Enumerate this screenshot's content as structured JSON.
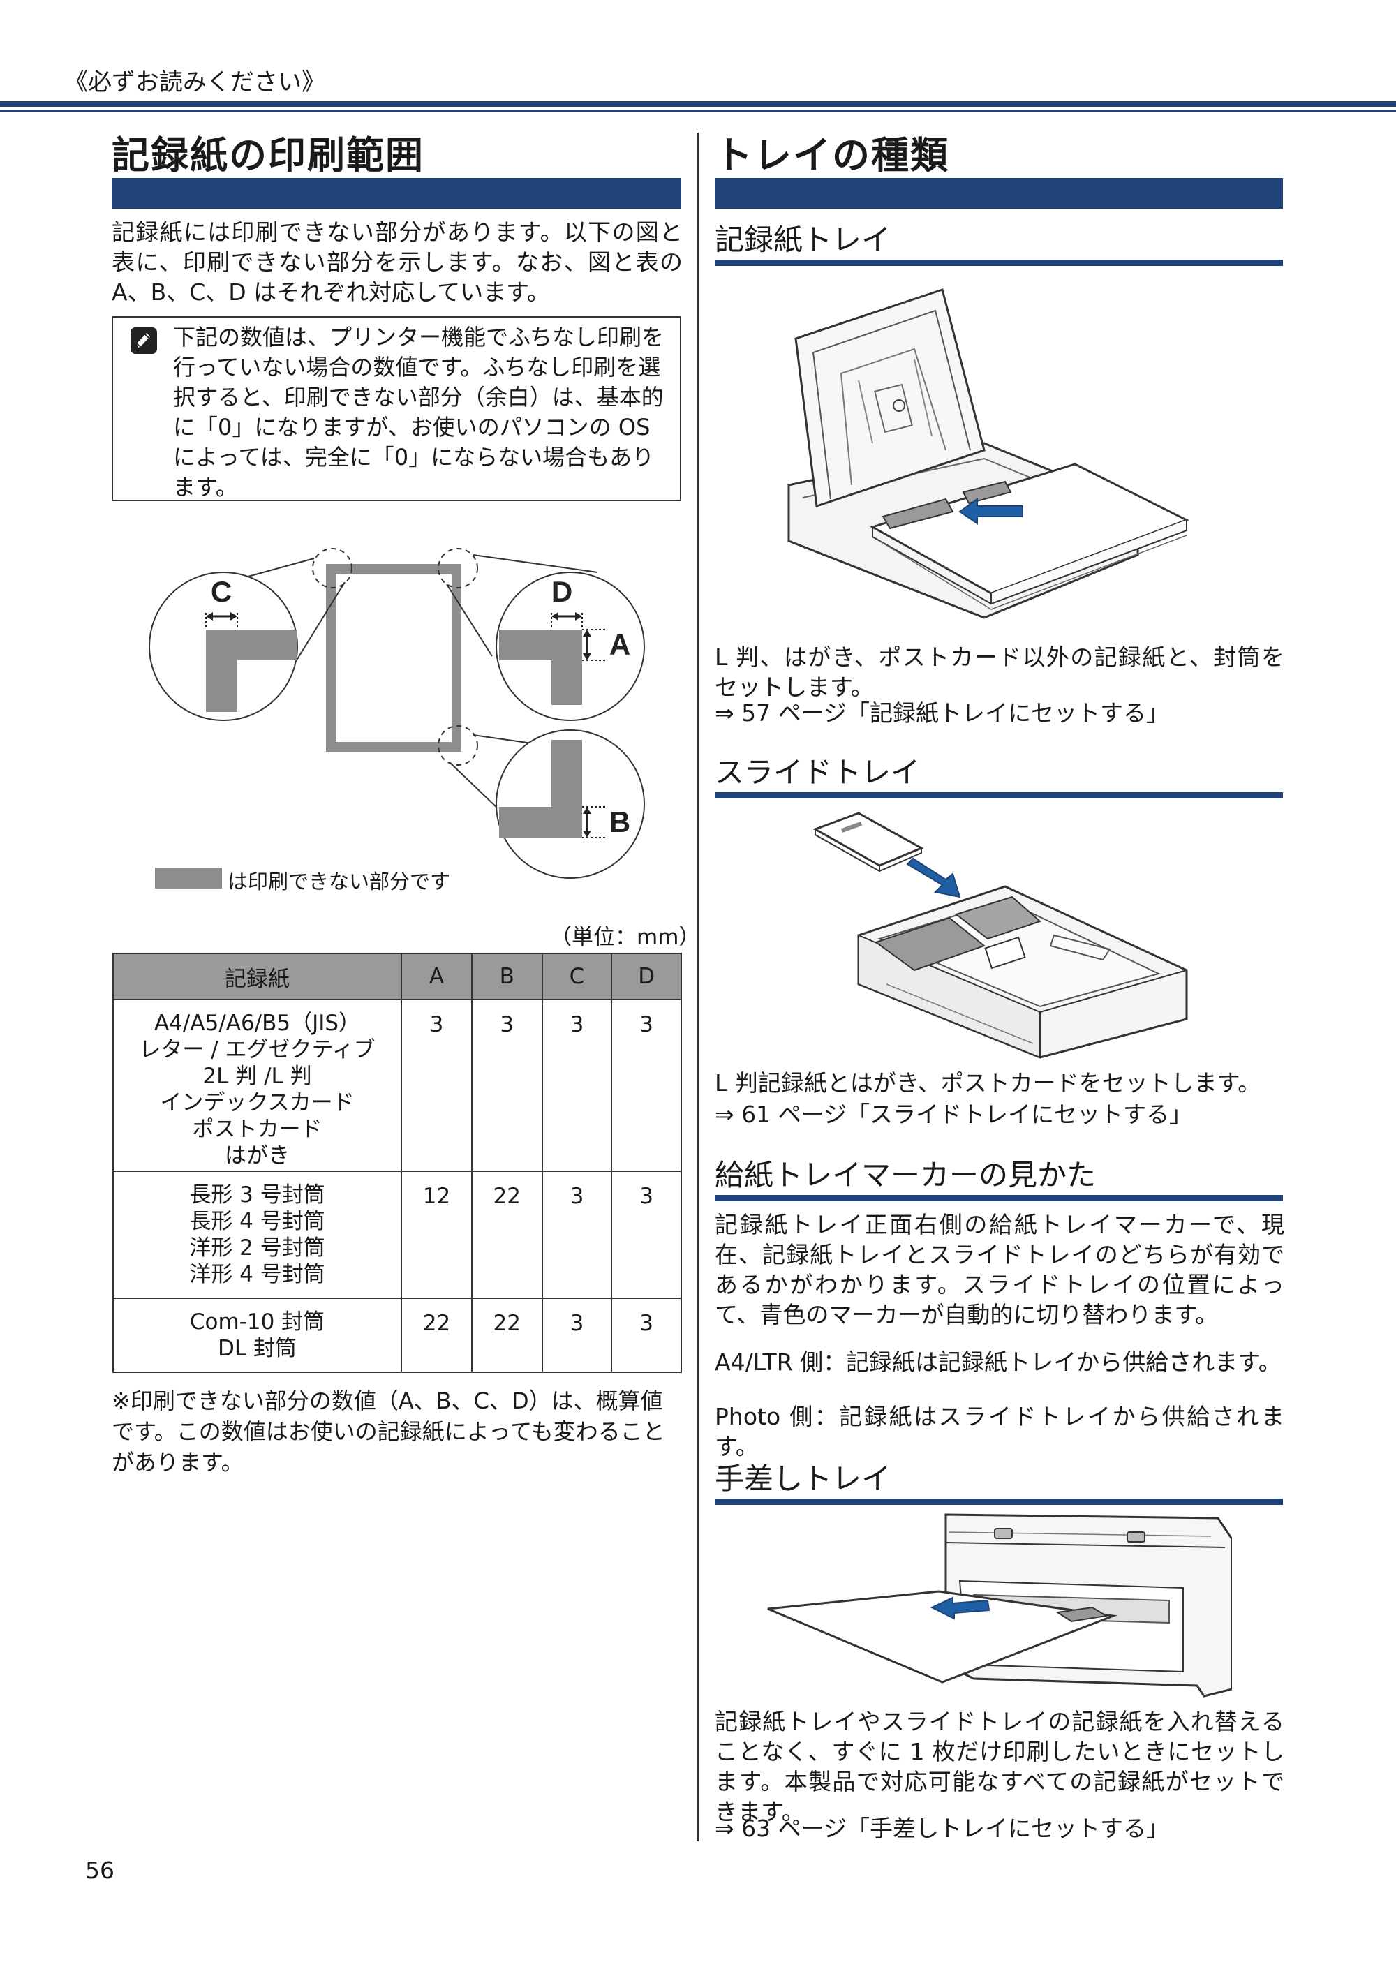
{
  "header": {
    "label": "《必ずお読みください》"
  },
  "left": {
    "title": "記録紙の印刷範囲",
    "intro": "記録紙には印刷できない部分があります。以下の図と表に、印刷できない部分を示します。なお、図と表の A、B、C、D はそれぞれ対応しています。",
    "note": "下記の数値は、プリンター機能でふちなし印刷を行っていない場合の数値です。ふちなし印刷を選択すると、印刷できない部分（余白）は、基本的に「0」になりますが、お使いのパソコンの OS によっては、完全に「0」にならない場合もあります。",
    "diagram": {
      "label_a": "A",
      "label_b": "B",
      "label_c": "C",
      "label_d": "D",
      "legend": "は印刷できない部分です"
    },
    "unit": "（単位：mm）",
    "table": {
      "headers": [
        "記録紙",
        "A",
        "B",
        "C",
        "D"
      ],
      "rows": [
        {
          "paper": [
            "A4/A5/A6/B5（JIS）",
            "レター / エグゼクティブ",
            "2L 判 /L 判",
            "インデックスカード",
            "ポストカード",
            "はがき"
          ],
          "a": "3",
          "b": "3",
          "c": "3",
          "d": "3"
        },
        {
          "paper": [
            "長形 3 号封筒",
            "長形 4 号封筒",
            "洋形 2 号封筒",
            "洋形 4 号封筒"
          ],
          "a": "12",
          "b": "22",
          "c": "3",
          "d": "3"
        },
        {
          "paper": [
            "Com-10 封筒",
            "DL 封筒"
          ],
          "a": "22",
          "b": "22",
          "c": "3",
          "d": "3"
        }
      ]
    },
    "footnote": "※印刷できない部分の数値（A、B、C、D）は、概算値です。この数値はお使いの記録紙によっても変わることがあります。"
  },
  "right": {
    "title": "トレイの種類",
    "sections": {
      "tray": {
        "heading": "記録紙トレイ",
        "desc": "L 判、はがき、ポストカード以外の記録紙と、封筒をセットします。",
        "ref": "⇒ 57 ページ「記録紙トレイにセットする」"
      },
      "slide": {
        "heading": "スライドトレイ",
        "desc": "L 判記録紙とはがき、ポストカードをセットします。",
        "ref": "⇒ 61 ページ「スライドトレイにセットする」"
      },
      "marker": {
        "heading": "給紙トレイマーカーの見かた",
        "desc": "記録紙トレイ正面右側の給紙トレイマーカーで、現在、記録紙トレイとスライドトレイのどちらが有効であるかがわかります。スライドトレイの位置によって、青色のマーカーが自動的に切り替わります。",
        "a4": "A4/LTR 側：記録紙は記録紙トレイから供給されます。",
        "photo": "Photo 側：記録紙はスライドトレイから供給されます。"
      },
      "manual": {
        "heading": "手差しトレイ",
        "desc": "記録紙トレイやスライドトレイの記録紙を入れ替えることなく、すぐに 1 枚だけ印刷したいときにセットします。本製品で対応可能なすべての記録紙がセットできます。",
        "ref": "⇒ 63 ページ「手差しトレイにセットする」"
      }
    }
  },
  "page_number": "56",
  "colors": {
    "accent": "#1f4277",
    "margin_gray": "#8d8d8d",
    "arrow_blue": "#1f5fa6"
  }
}
